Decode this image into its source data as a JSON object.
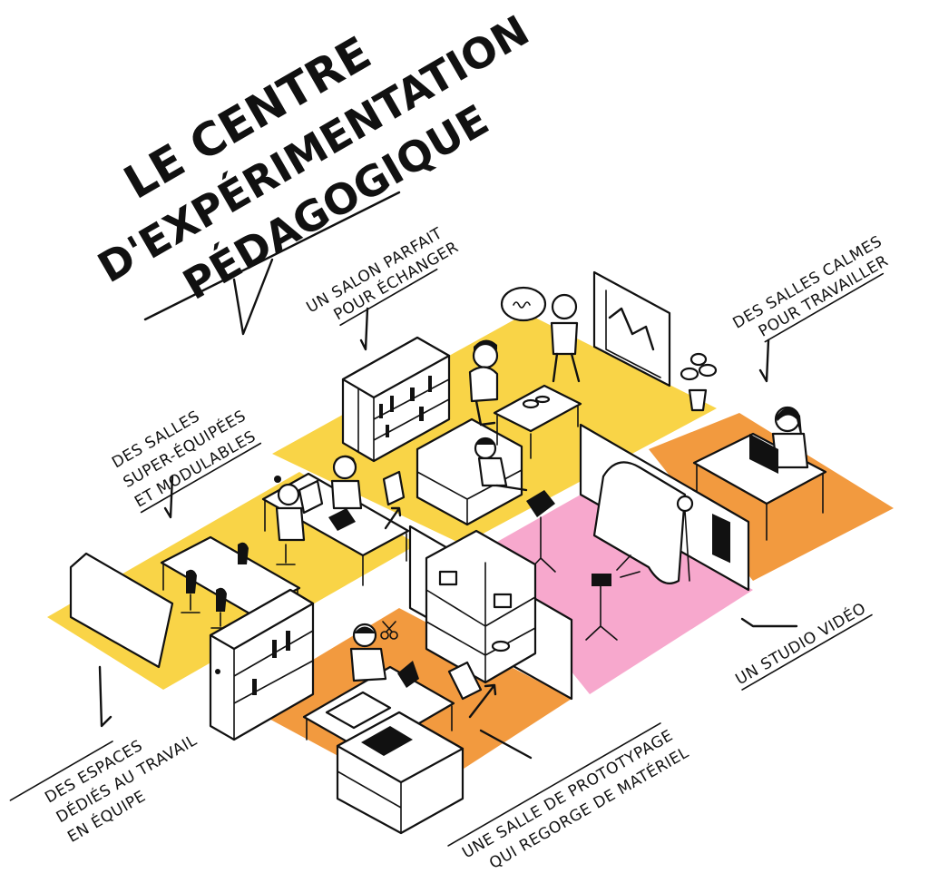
{
  "title": {
    "line1": "LE CENTRE",
    "line2": "D'EXPÉRIMENTATION",
    "line3": "PÉDAGOGIQUE"
  },
  "labels": {
    "salon": [
      "UN SALON PARFAIT",
      "POUR ÉCHANGER"
    ],
    "salles_calmes": [
      "DES SALLES CALMES",
      "POUR TRAVAILLER"
    ],
    "salles_equipees": [
      "DES SALLES",
      "SUPER-ÉQUIPÉES",
      "ET MODULABLES"
    ],
    "espaces": [
      "DES ESPACES",
      "DÉDIÉS AU TRAVAIL",
      "EN ÉQUIPE"
    ],
    "prototypage": [
      "UNE SALLE DE PROTOTYPAGE",
      "QUI REGORGE DE MATÉRIEL"
    ],
    "studio": [
      "UN STUDIO VIDÉO"
    ]
  },
  "colors": {
    "yellow": "#f9d447",
    "orange": "#f29a3f",
    "pink": "#f7a8cd",
    "ink": "#111111"
  },
  "icons": [
    "speech-bubble-icon",
    "chart-board-icon",
    "plant-icon",
    "camera-icon",
    "spotlight-icon",
    "scissors-icon"
  ]
}
